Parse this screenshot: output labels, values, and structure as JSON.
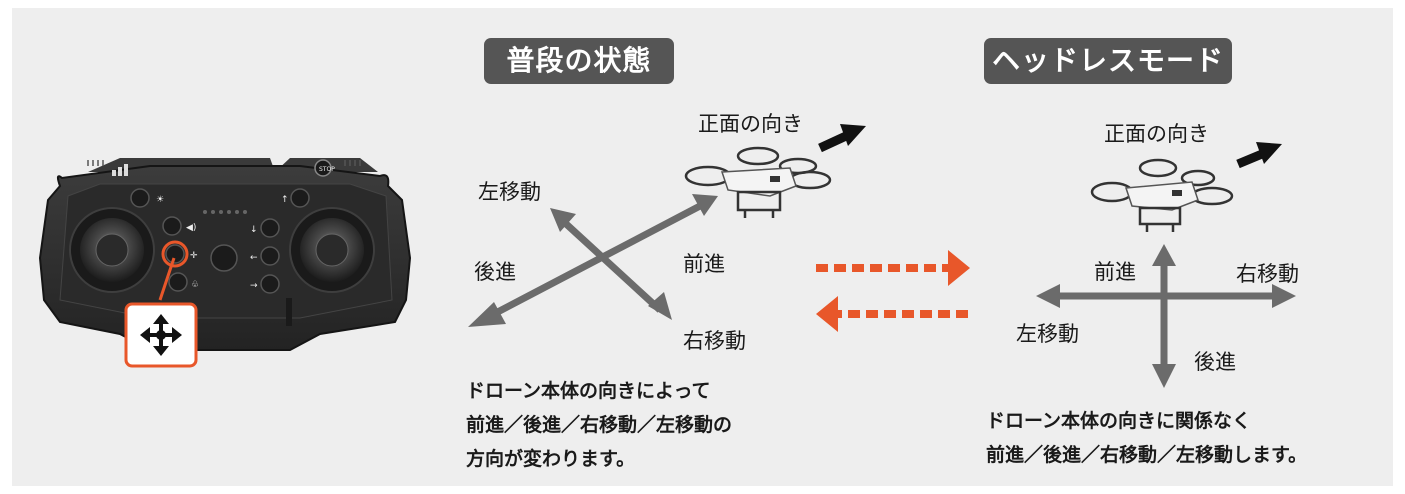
{
  "normal_mode": {
    "title": "普段の状態",
    "front_label": "正面の向き",
    "labels": {
      "left_move": "左移動",
      "back": "後進",
      "forward": "前進",
      "right_move": "右移動"
    },
    "description": [
      "ドローン本体の向きによって",
      "前進／後進／右移動／左移動の",
      "方向が変わります。"
    ]
  },
  "headless_mode": {
    "title": "ヘッドレスモード",
    "front_label": "正面の向き",
    "labels": {
      "forward": "前進",
      "right_move": "右移動",
      "left_move": "左移動",
      "back": "後進"
    },
    "description": [
      "ドローン本体の向きに関係なく",
      "前進／後進／右移動／左移動します。"
    ]
  },
  "colors": {
    "panel_bg": "#eeeeee",
    "badge_bg": "#555555",
    "arrow_gray": "#6b6b6b",
    "accent_orange": "#e8572a",
    "remote_body": "#2e2e2e"
  },
  "icons": {
    "remote": "remote-controller",
    "headless_callout": "four-way-arrow-icon",
    "drone": "quadcopter-drone"
  }
}
